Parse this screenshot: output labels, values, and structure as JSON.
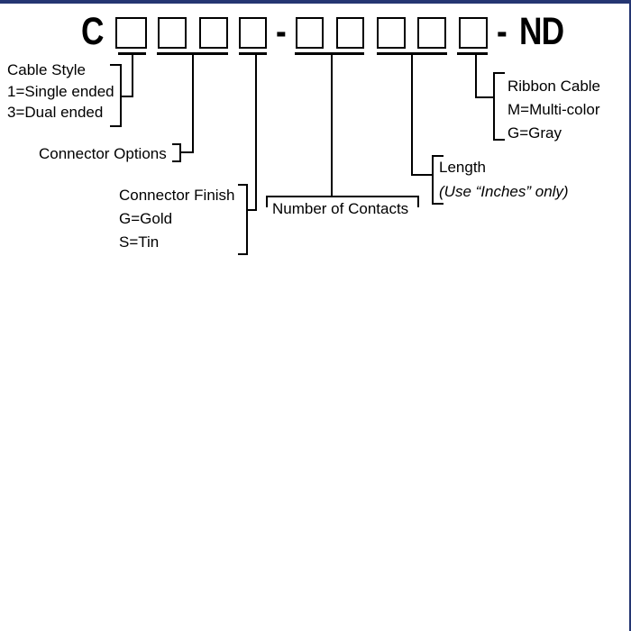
{
  "page": {
    "background_color": "#ffffff",
    "accent_bar_color": "#253672",
    "line_color": "#000000"
  },
  "part_number": {
    "prefix": "C",
    "separator": "-",
    "suffix": "ND",
    "group1_box_count": 4,
    "group2_box_count": 5
  },
  "labels": {
    "cable_style": {
      "title": "Cable Style",
      "options": [
        "1=Single ended",
        "3=Dual ended"
      ]
    },
    "connector_options": {
      "title": "Connector Options"
    },
    "connector_finish": {
      "title": "Connector Finish",
      "options": [
        "G=Gold",
        "S=Tin"
      ]
    },
    "number_of_contacts": {
      "title": "Number of Contacts"
    },
    "length": {
      "title": "Length",
      "note": "(Use “Inches” only)"
    },
    "ribbon_cable": {
      "title": "Ribbon Cable",
      "options": [
        "M=Multi-color",
        "G=Gray"
      ]
    }
  }
}
